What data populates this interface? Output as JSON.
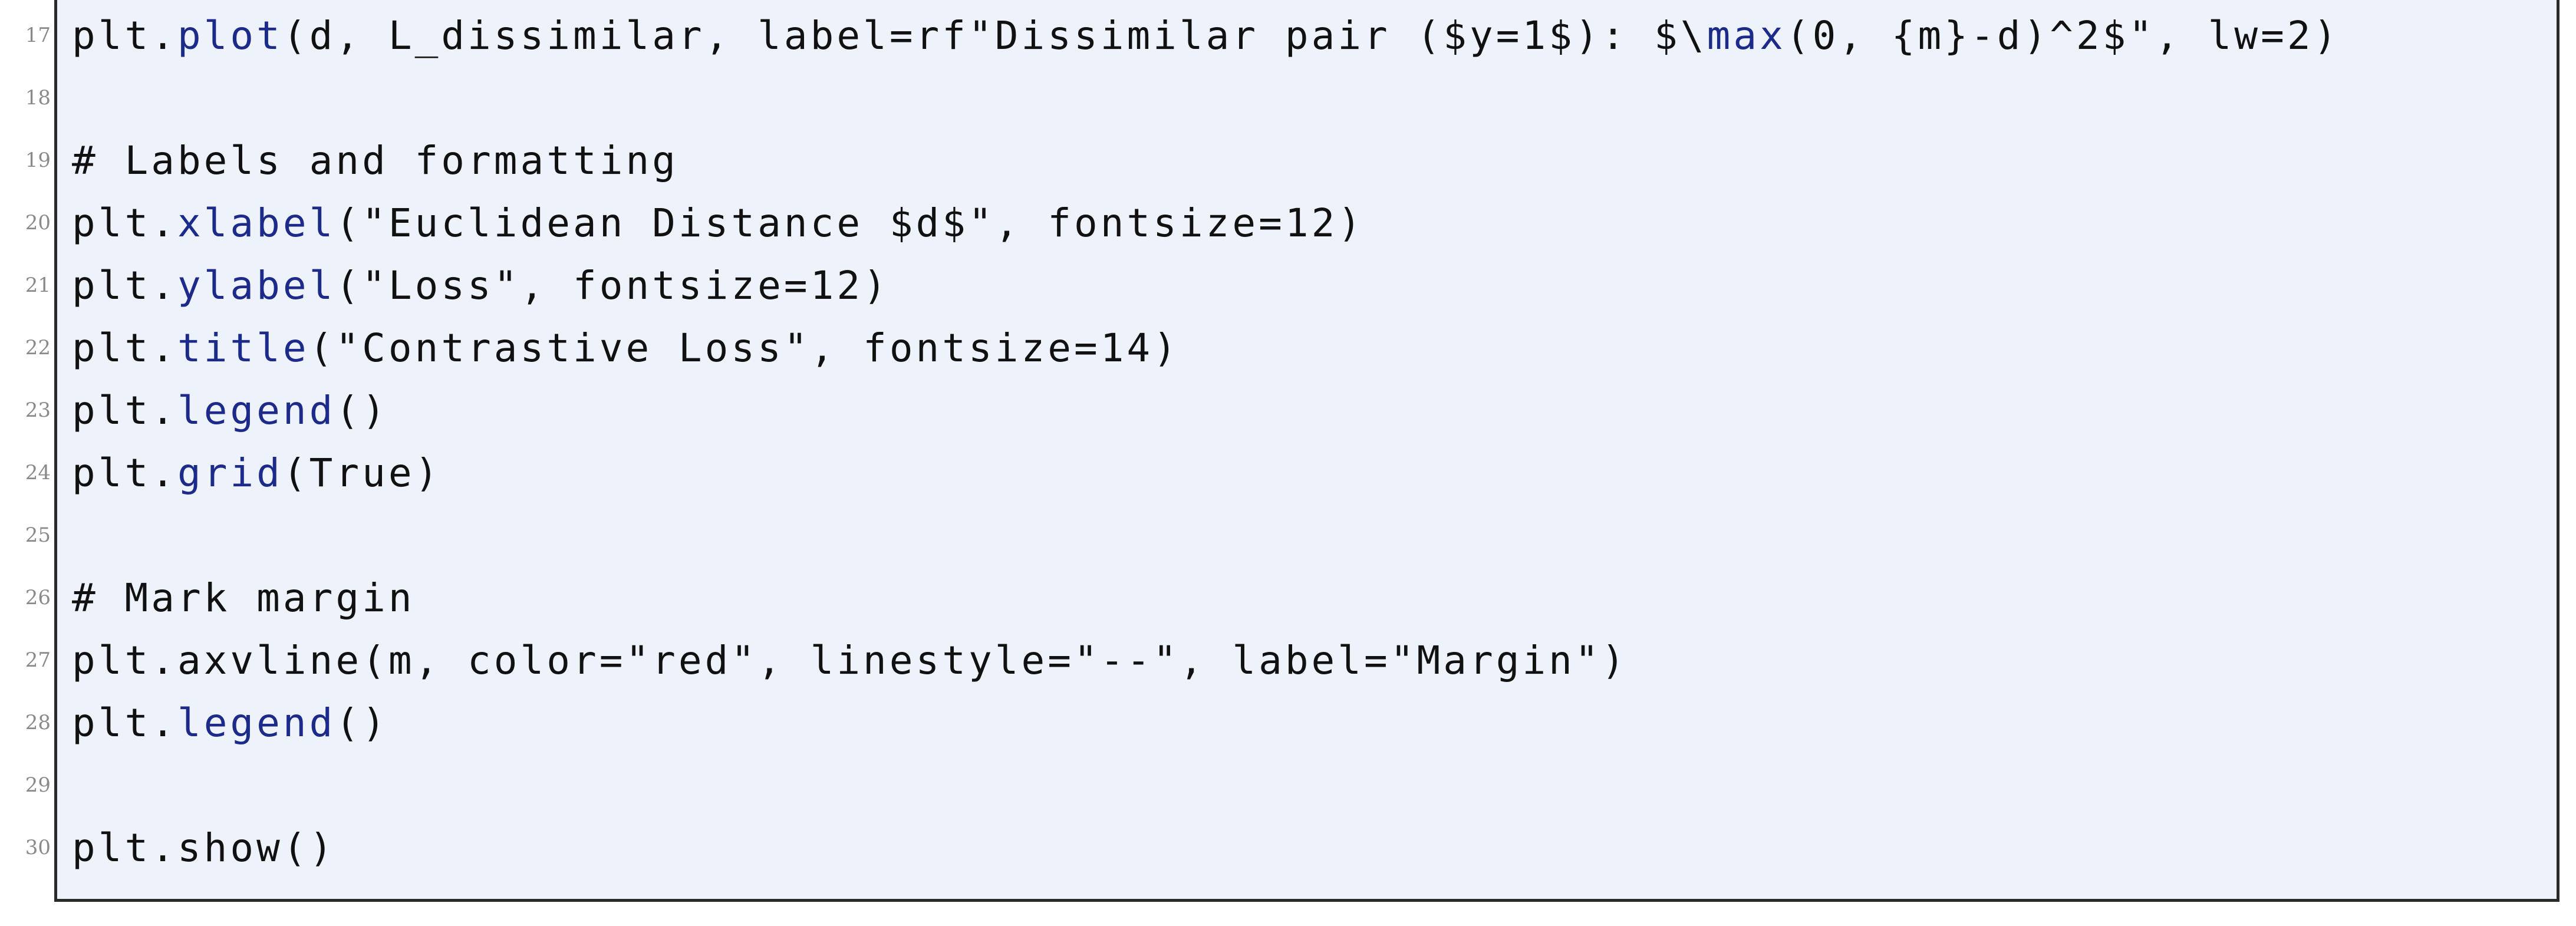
{
  "code_lines": [
    {
      "number": "17",
      "text_parts": [
        {
          "t": "plt.",
          "c": "plain"
        },
        {
          "t": "plot",
          "c": "fn"
        },
        {
          "t": "(d, L_dissimilar, label=rf\"Dissimilar pair ($y=1$): $\\",
          "c": "plain"
        },
        {
          "t": "max",
          "c": "fn"
        },
        {
          "t": "(0, {m}-d)^2$\", lw=2)",
          "c": "plain"
        }
      ]
    },
    {
      "number": "18",
      "text_parts": []
    },
    {
      "number": "19",
      "text_parts": [
        {
          "t": "# Labels and formatting",
          "c": "cm"
        }
      ]
    },
    {
      "number": "20",
      "text_parts": [
        {
          "t": "plt.",
          "c": "plain"
        },
        {
          "t": "xlabel",
          "c": "fn"
        },
        {
          "t": "(\"Euclidean Distance $d$\", fontsize=12)",
          "c": "plain"
        }
      ]
    },
    {
      "number": "21",
      "text_parts": [
        {
          "t": "plt.",
          "c": "plain"
        },
        {
          "t": "ylabel",
          "c": "fn"
        },
        {
          "t": "(\"Loss\", fontsize=12)",
          "c": "plain"
        }
      ]
    },
    {
      "number": "22",
      "text_parts": [
        {
          "t": "plt.",
          "c": "plain"
        },
        {
          "t": "title",
          "c": "fn"
        },
        {
          "t": "(\"Contrastive Loss\", fontsize=14)",
          "c": "plain"
        }
      ]
    },
    {
      "number": "23",
      "text_parts": [
        {
          "t": "plt.",
          "c": "plain"
        },
        {
          "t": "legend",
          "c": "fn"
        },
        {
          "t": "()",
          "c": "plain"
        }
      ]
    },
    {
      "number": "24",
      "text_parts": [
        {
          "t": "plt.",
          "c": "plain"
        },
        {
          "t": "grid",
          "c": "fn"
        },
        {
          "t": "(True)",
          "c": "plain"
        }
      ]
    },
    {
      "number": "25",
      "text_parts": []
    },
    {
      "number": "26",
      "text_parts": [
        {
          "t": "# Mark margin",
          "c": "cm"
        }
      ]
    },
    {
      "number": "27",
      "text_parts": [
        {
          "t": "plt.axvline(m, color=\"red\", linestyle=\"--\", label=\"Margin\")",
          "c": "plain"
        }
      ]
    },
    {
      "number": "28",
      "text_parts": [
        {
          "t": "plt.",
          "c": "plain"
        },
        {
          "t": "legend",
          "c": "fn"
        },
        {
          "t": "()",
          "c": "plain"
        }
      ]
    },
    {
      "number": "29",
      "text_parts": []
    },
    {
      "number": "30",
      "text_parts": [
        {
          "t": "plt.show()",
          "c": "plain"
        }
      ]
    }
  ],
  "colors": {
    "background": "#eef3fb",
    "border": "#2a2a2a",
    "function": "#1c2a8a",
    "text": "#111111",
    "line_number": "#8a8a8a"
  }
}
